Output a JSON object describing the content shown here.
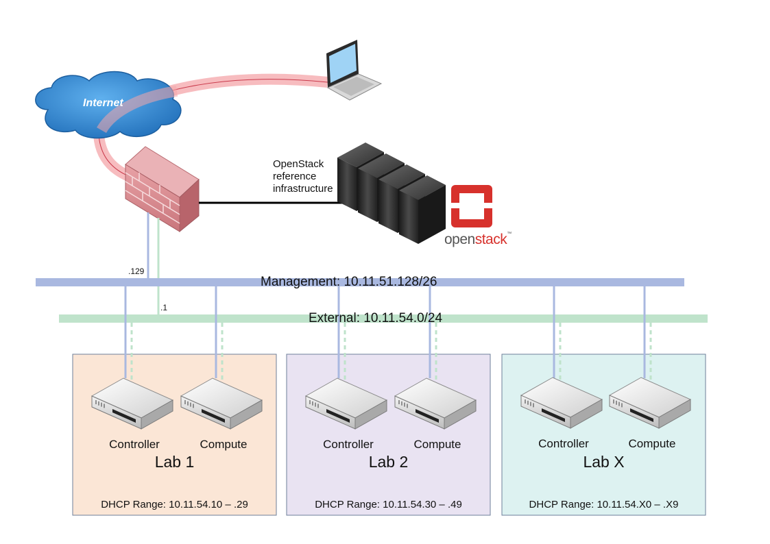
{
  "internet": {
    "label": "Internet"
  },
  "infrastructure": {
    "label_lines": [
      "OpenStack",
      "reference",
      "infrastructure"
    ],
    "brand_open": "open",
    "brand_stack": "stack",
    "brand_mark": "™"
  },
  "networks": {
    "management": {
      "label": "Management: 10.11.51.128/26",
      "firewall_ip": ".129",
      "color": "#a9b8e0"
    },
    "external": {
      "label": "External: 10.11.54.0/24",
      "firewall_ip": ".1",
      "color": "#bfe3cb"
    }
  },
  "labs": [
    {
      "title": "Lab 1",
      "dhcp": "DHCP Range: 10.11.54.10 – .29",
      "controller": "Controller",
      "compute": "Compute",
      "color": "#fbe6d6"
    },
    {
      "title": "Lab 2",
      "dhcp": "DHCP Range: 10.11.54.30 – .49",
      "controller": "Controller",
      "compute": "Compute",
      "color": "#e9e3f2"
    },
    {
      "title": "Lab X",
      "dhcp": "DHCP Range: 10.11.54.X0 – .X9",
      "controller": "Controller",
      "compute": "Compute",
      "color": "#ddf2f1"
    }
  ],
  "colors": {
    "vpn_path": "#f4a6aa",
    "cloud": "#2f7fc6",
    "firewall": "#d9868c",
    "openstack_red": "#d7312c"
  }
}
